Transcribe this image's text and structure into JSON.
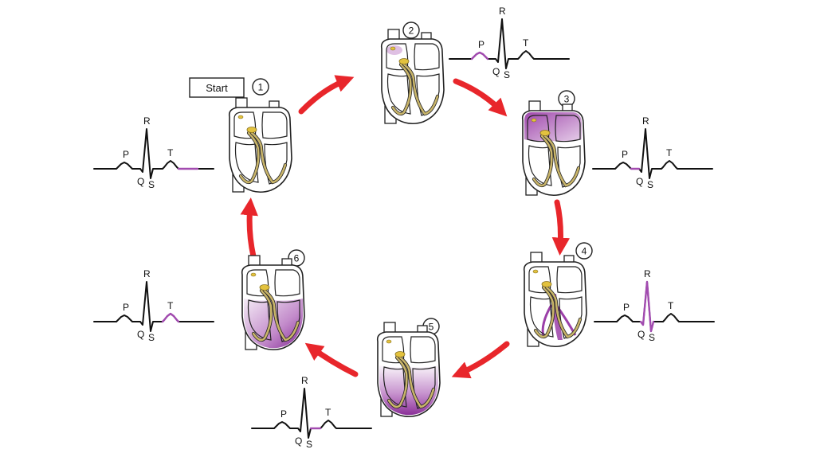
{
  "start_label": "Start",
  "wave_labels": {
    "p": "P",
    "q": "Q",
    "r": "R",
    "s": "S",
    "t": "T"
  },
  "colors": {
    "arrow": "#e8262b",
    "highlight": "#a24bb0",
    "highlight_fill": "#9b3fa8",
    "conduction": "#c9b56a",
    "node": "#e3c23e",
    "outline": "#222222",
    "ecg": "#111111"
  },
  "stages": [
    {
      "number": "1",
      "highlight": "tp-segment",
      "depolarized": "none"
    },
    {
      "number": "2",
      "highlight": "p-wave",
      "depolarized": "sa-node"
    },
    {
      "number": "3",
      "highlight": "pq-segment",
      "depolarized": "atria"
    },
    {
      "number": "4",
      "highlight": "qrs-complex",
      "depolarized": "septum"
    },
    {
      "number": "5",
      "highlight": "st-segment",
      "depolarized": "ventricles"
    },
    {
      "number": "6",
      "highlight": "t-wave",
      "depolarized": "ventricles-repolarizing"
    }
  ]
}
